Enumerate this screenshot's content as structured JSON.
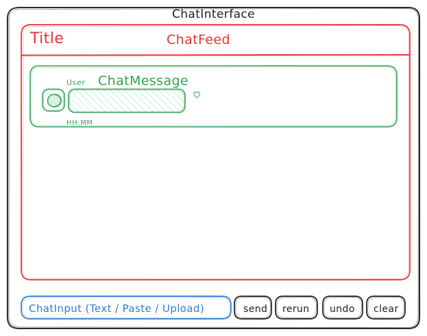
{
  "window": {
    "title": "ChatInterface",
    "frame_color": "#2b2b2b",
    "background": "#ffffff"
  },
  "chat_feed": {
    "name": "ChatFeed",
    "title_label": "Title",
    "accent_color": "#e03434",
    "messages": [
      {
        "component_name": "ChatMessage",
        "role_label": "User",
        "timestamp": "HH:MM",
        "body_placeholder": "",
        "avatar_icon": "user-avatar-icon",
        "reaction_icon": "heart-icon",
        "accent_color": "#33a055"
      }
    ]
  },
  "toolbar": {
    "input": {
      "name": "ChatInput",
      "label": "ChatInput (Text / Paste / Upload)",
      "accent_color": "#2d7fd1",
      "modes": [
        "Text",
        "Paste",
        "Upload"
      ]
    },
    "buttons": [
      {
        "label": "send",
        "name": "send-button"
      },
      {
        "label": "rerun",
        "name": "rerun-button"
      },
      {
        "label": "undo",
        "name": "undo-button"
      },
      {
        "label": "clear",
        "name": "clear-button"
      }
    ]
  }
}
